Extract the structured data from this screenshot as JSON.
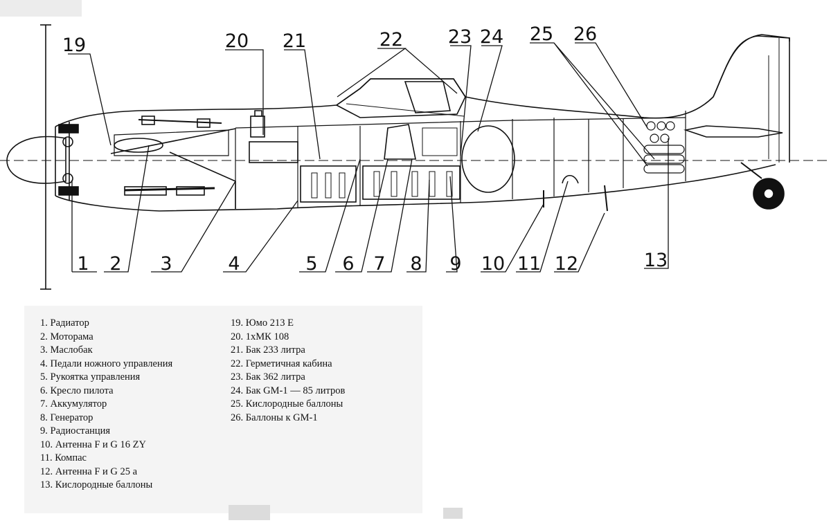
{
  "callouts": {
    "c1": "1",
    "c2": "2",
    "c3": "3",
    "c4": "4",
    "c5": "5",
    "c6": "6",
    "c7": "7",
    "c8": "8",
    "c9": "9",
    "c10": "10",
    "c11": "11",
    "c12": "12",
    "c13": "13",
    "c19": "19",
    "c20": "20",
    "c21": "21",
    "c22": "22",
    "c23": "23",
    "c24": "24",
    "c25": "25",
    "c26": "26"
  },
  "legend": {
    "left": [
      {
        "num": "1.",
        "text": "Радиатор"
      },
      {
        "num": "2.",
        "text": "Моторама"
      },
      {
        "num": "3.",
        "text": "Маслобак"
      },
      {
        "num": "4.",
        "text": "Педали ножного управления"
      },
      {
        "num": "5.",
        "text": "Рукоятка управления"
      },
      {
        "num": "6.",
        "text": "Кресло пилота"
      },
      {
        "num": "7.",
        "text": "Аккумулятор"
      },
      {
        "num": "8.",
        "text": "Генератор"
      },
      {
        "num": "9.",
        "text": "Радиостанция"
      },
      {
        "num": "10.",
        "text": "Антенна F и G 16 ZY"
      },
      {
        "num": "11.",
        "text": "Компас"
      },
      {
        "num": "12.",
        "text": "Антенна F и G 25 a"
      },
      {
        "num": "13.",
        "text": "Кислородные баллоны"
      }
    ],
    "right": [
      {
        "num": "19.",
        "text": "Юмо 213 Е"
      },
      {
        "num": "20.",
        "text": "1хМК 108"
      },
      {
        "num": "21.",
        "text": "Бак 233 литра"
      },
      {
        "num": "22.",
        "text": "Герметичная кабина"
      },
      {
        "num": "23.",
        "text": "Бак 362 литра"
      },
      {
        "num": "24.",
        "text": "Бак GM-1 — 85 литров"
      },
      {
        "num": "25.",
        "text": "Кислородные баллоны"
      },
      {
        "num": "26.",
        "text": "Баллоны к GM-1"
      }
    ]
  }
}
